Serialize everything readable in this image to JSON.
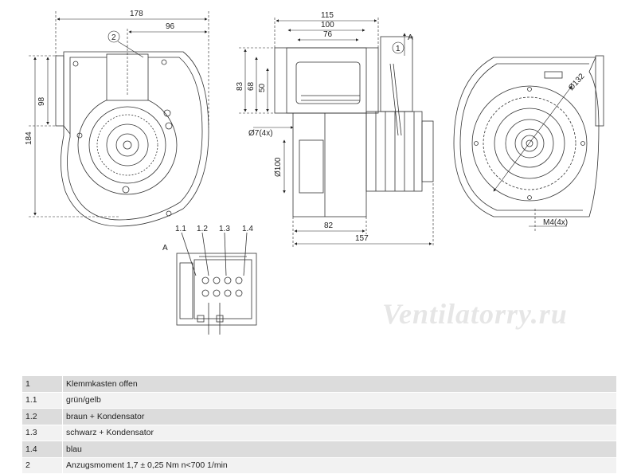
{
  "watermark": "Ventilatorry.ru",
  "front_view": {
    "dims": {
      "width_total": "178",
      "width_partial": "96",
      "height_outlet": "98",
      "height_total": "184"
    },
    "callout": "2"
  },
  "side_view": {
    "dims": {
      "w115": "115",
      "w100": "100",
      "w76": "76",
      "h83": "83",
      "h68": "68",
      "h50": "50",
      "holes": "Ø7(4x)",
      "dia100": "Ø100",
      "w82": "82",
      "w157": "157"
    },
    "callout": "1",
    "view_label": "A"
  },
  "back_view": {
    "dims": {
      "dia132": "Ø132",
      "m4": "M4(4x)"
    }
  },
  "terminal_view": {
    "label": "A",
    "callouts": [
      "1.1",
      "1.2",
      "1.3",
      "1.4"
    ]
  },
  "legend": [
    {
      "key": "1",
      "text": "Klemmkasten offen"
    },
    {
      "key": "1.1",
      "text": "grün/gelb"
    },
    {
      "key": "1.2",
      "text": "braun + Kondensator"
    },
    {
      "key": "1.3",
      "text": "schwarz + Kondensator"
    },
    {
      "key": "1.4",
      "text": "blau"
    },
    {
      "key": "2",
      "text": "Anzugsmoment 1,7 ± 0,25 Nm n<700 1/min"
    }
  ]
}
